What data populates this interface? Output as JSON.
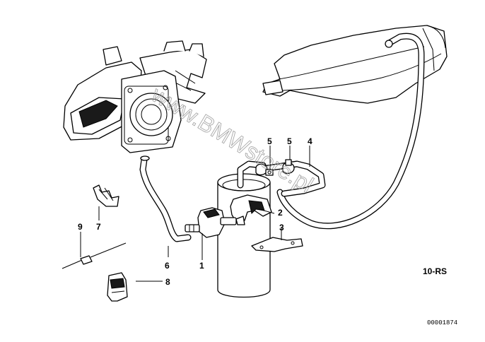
{
  "diagram": {
    "callouts": {
      "p1": "1",
      "p2": "2",
      "p3": "3",
      "p4": "4",
      "p5a": "5",
      "p5b": "5",
      "p6": "6",
      "p7": "7",
      "p8": "8",
      "p9": "9"
    },
    "reference_code": "10-RS",
    "diagram_number": "00001874",
    "watermark": "www.BMWstore.pl"
  }
}
